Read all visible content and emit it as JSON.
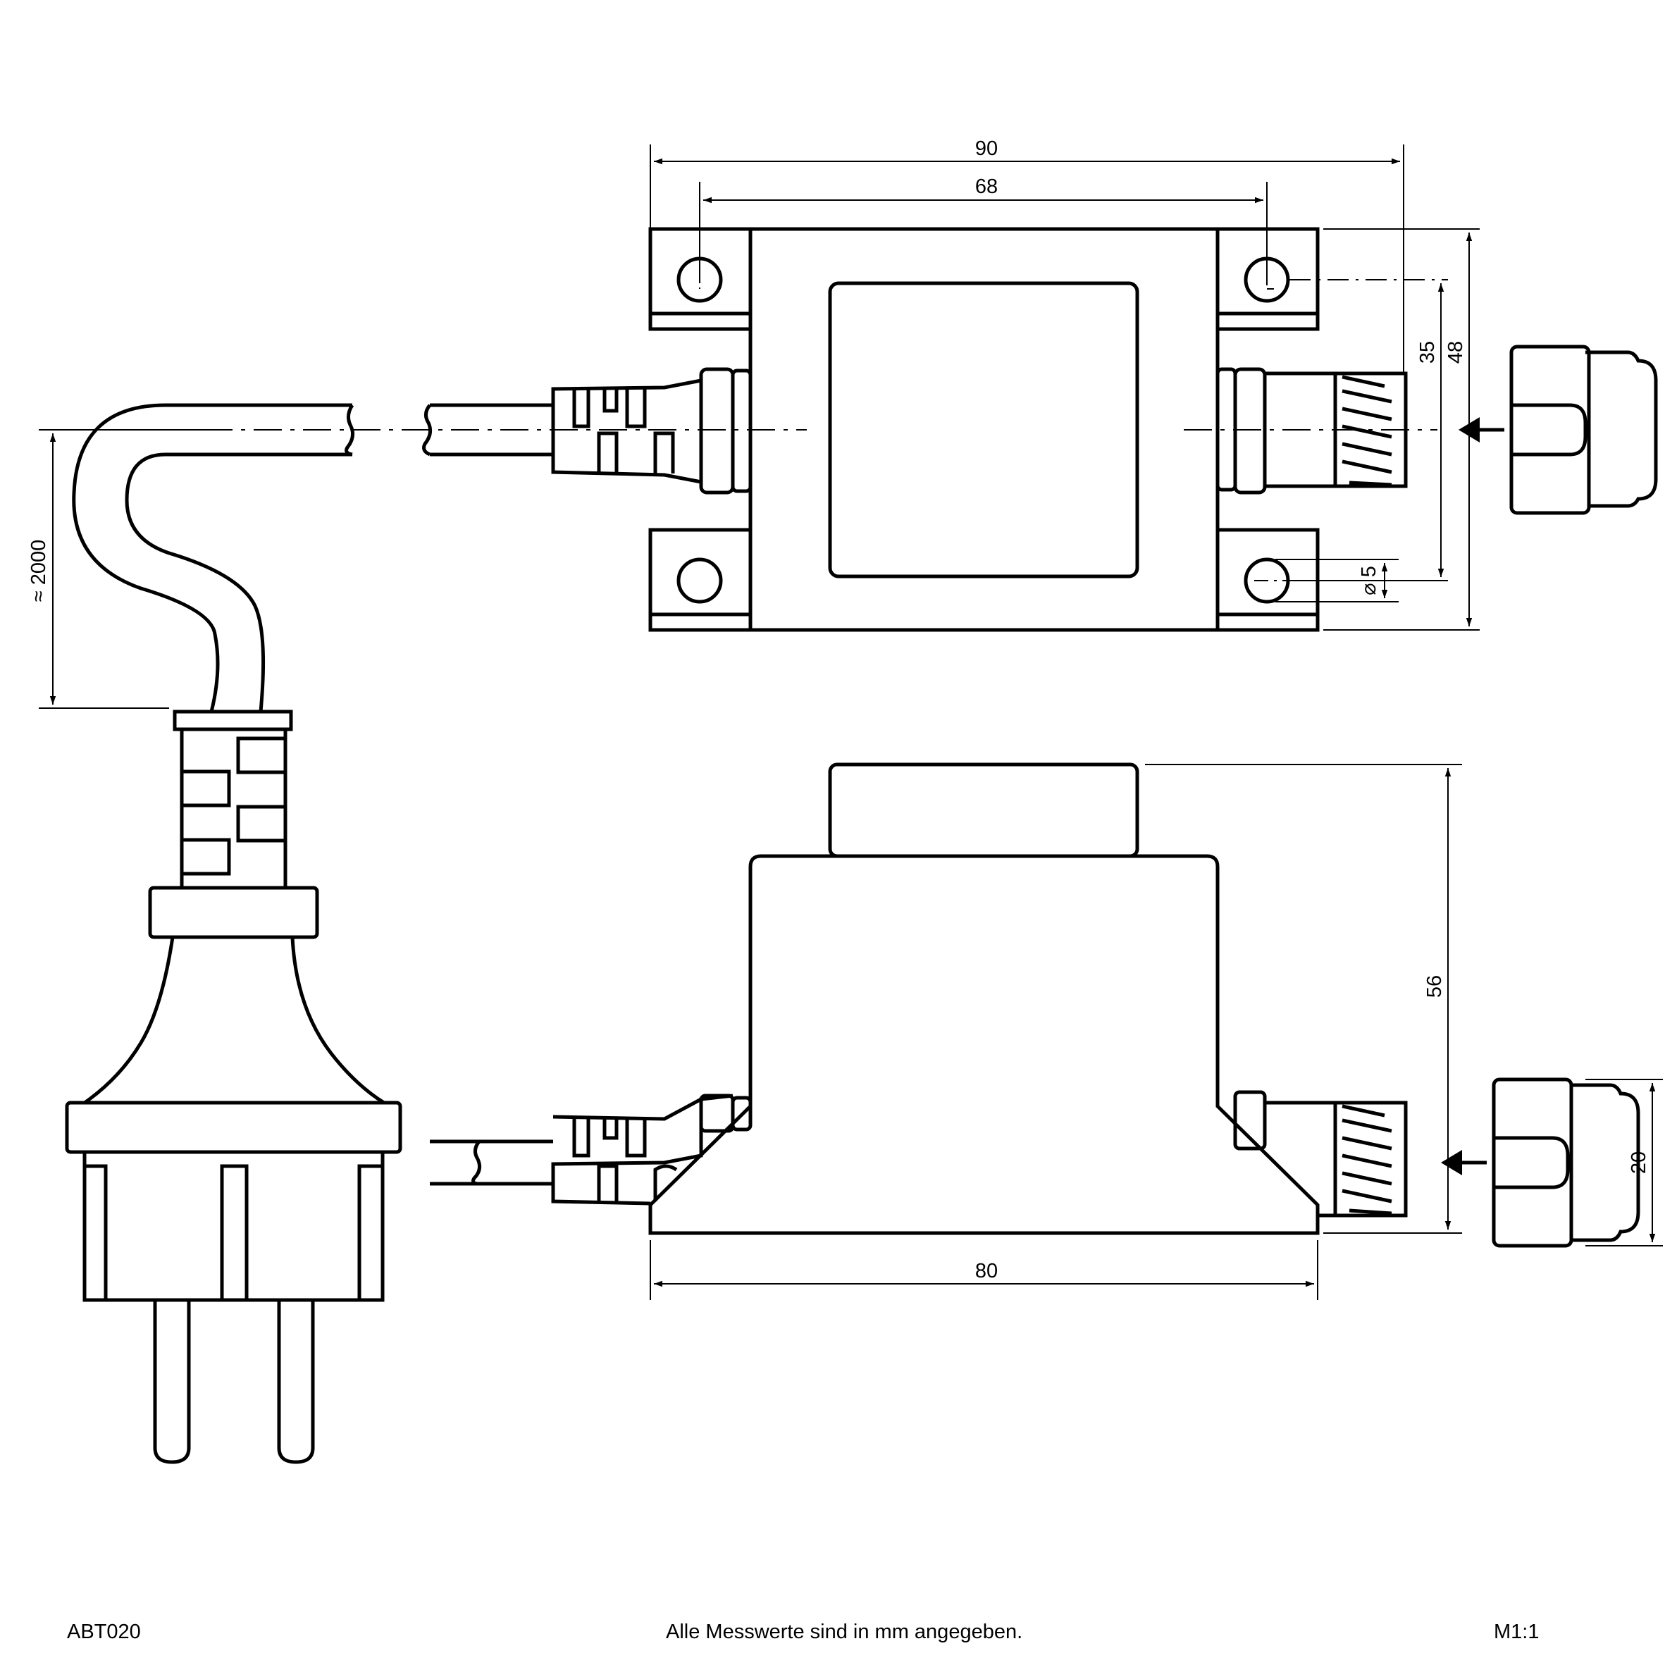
{
  "dimensions": {
    "width_total": "90",
    "hole_spacing": "68",
    "height_mount": "35",
    "height_total": "48",
    "hole_diameter": "⌀ 5",
    "cable_length": "≈ 2000",
    "side_height": "56",
    "base_width": "80",
    "cap_height": "20"
  },
  "footer": {
    "article": "ABT020",
    "note": "Alle Messwerte sind in mm angegeben.",
    "scale": "M1:1"
  },
  "colors": {
    "line": "#000000",
    "background": "#ffffff"
  }
}
